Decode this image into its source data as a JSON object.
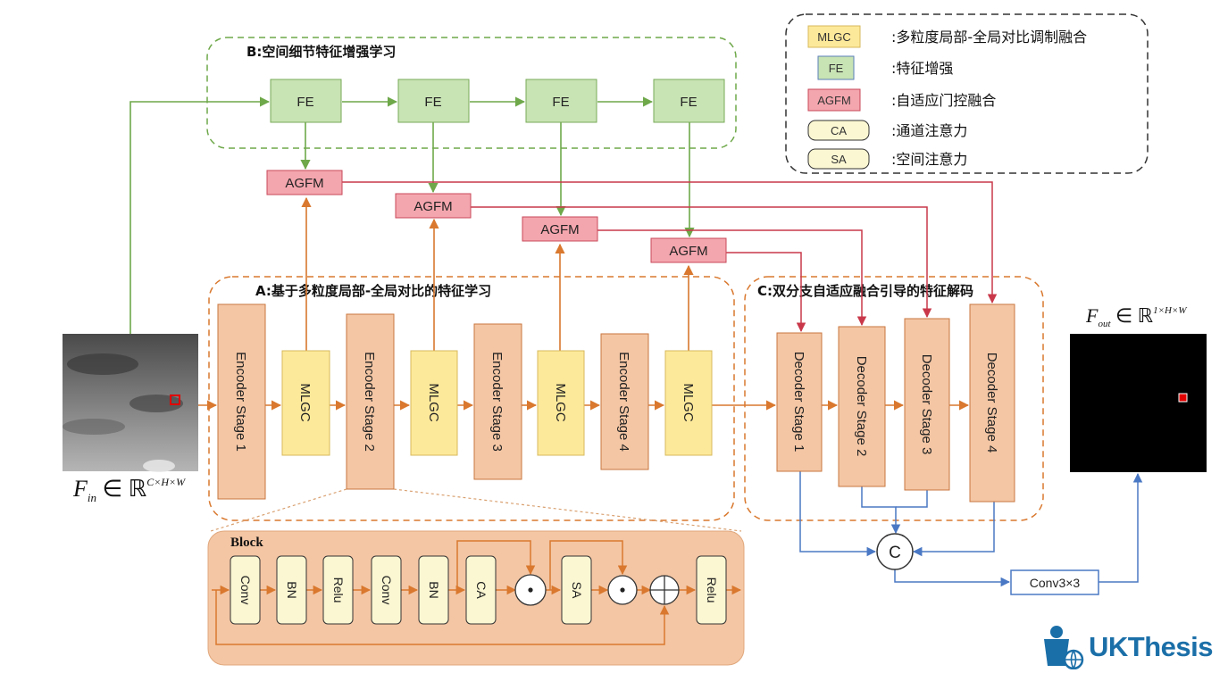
{
  "legend": [
    {
      "key": "MLGC",
      "desc": ":多粒度局部-全局对比调制融合"
    },
    {
      "key": "FE",
      "desc": ":特征增强"
    },
    {
      "key": "AGFM",
      "desc": ":自适应门控融合"
    },
    {
      "key": "CA",
      "desc": ":通道注意力"
    },
    {
      "key": "SA",
      "desc": ":空间注意力"
    }
  ],
  "sections": {
    "b_title": "B:空间细节特征增强学习",
    "a_title": "A:基于多粒度局部-全局对比的特征学习",
    "c_title": "C:双分支自适应融合引导的特征解码"
  },
  "fe_label": "FE",
  "agfm_label": "AGFM",
  "mlgc_label": "MLGC",
  "encoder_stages": [
    "Encoder Stage 1",
    "Encoder Stage 2",
    "Encoder Stage 3",
    "Encoder Stage 4"
  ],
  "decoder_stages": [
    "Decoder Stage 1",
    "Decoder Stage 2",
    "Decoder Stage 3",
    "Decoder Stage 4"
  ],
  "block": {
    "title": "Block",
    "ops": [
      "Conv",
      "BN",
      "Relu",
      "Conv",
      "BN",
      "CA",
      "SA",
      "Relu"
    ],
    "mult_symbol": "⊙",
    "add_symbol": "⊕"
  },
  "concat_label": "C",
  "conv_label": "Conv3×3",
  "input_label": {
    "f": "F",
    "sub": "in",
    "rest": " ∈ ℝ",
    "sup": "C×H×W"
  },
  "output_label": {
    "f": "F",
    "sub": "out",
    "rest": " ∈ ℝ",
    "sup": "1×H×W"
  },
  "logo": {
    "text": "UKThesis"
  },
  "colors": {
    "orange_fill": "#f4c6a4",
    "orange_stroke": "#c9773f",
    "orange_line": "#d9782e",
    "yellow_fill": "#fde99a",
    "yellow_stroke": "#d7b95c",
    "green_fill": "#c8e3b4",
    "green_stroke": "#78ab58",
    "green_line": "#6ea84a",
    "pink_fill": "#f4a6ae",
    "pink_stroke": "#c9485a",
    "red_line": "#c9384a",
    "blue_line": "#4a78c4",
    "brand": "#1b6fa8"
  }
}
